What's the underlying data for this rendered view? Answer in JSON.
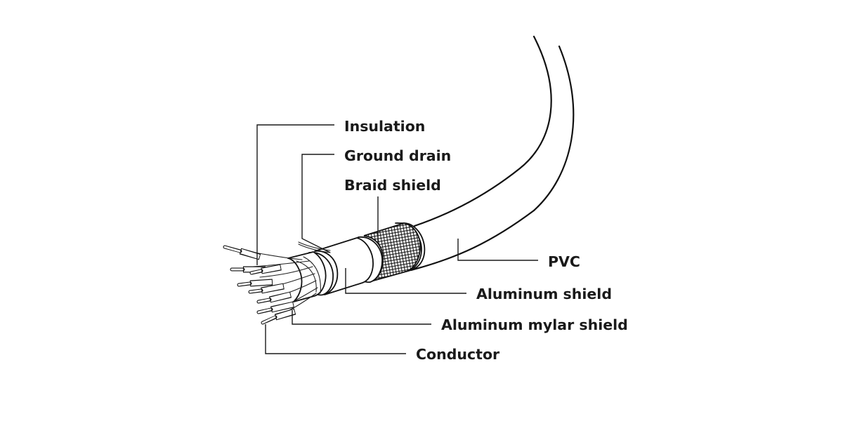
{
  "labels": {
    "insulation": "Insulation",
    "ground_drain": "Ground drain",
    "braid_shield": "Braid shield",
    "pvc": "PVC",
    "aluminum_shield": "Aluminum shield",
    "aluminum_mylar_shield": "Aluminum mylar shield",
    "conductor": "Conductor"
  },
  "colors": {
    "ink": "#1a1a1a",
    "background": "#ffffff"
  }
}
